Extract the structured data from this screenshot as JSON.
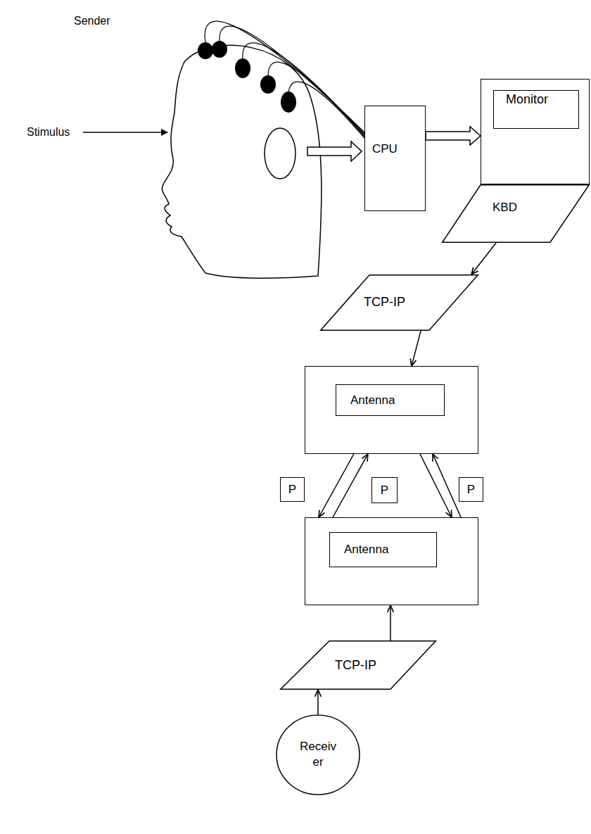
{
  "diagram": {
    "nodes": [
      {
        "text": [
          "CPU"
        ]
      },
      {
        "text": [
          "Monitor"
        ]
      },
      {
        "text": [
          "KBD"
        ]
      },
      {
        "text": [
          "TCP-IP"
        ]
      },
      {
        "text": [
          "Antenna"
        ]
      },
      {
        "text": [
          "P"
        ]
      },
      {
        "text": [
          "P"
        ]
      },
      {
        "text": [
          "P"
        ]
      },
      {
        "text": [
          "Antenna"
        ]
      },
      {
        "text": [
          "TCP-IP"
        ]
      },
      {
        "text": [
          "Receiver"
        ]
      }
    ],
    "edges": [
      {
        "from": 0,
        "to": 1,
        "arrow": "to"
      },
      {
        "from": 2,
        "to": 3,
        "arrow": "to"
      },
      {
        "from": 3,
        "to": 4,
        "arrow": "to"
      },
      {
        "from": 4,
        "to": 8,
        "arrow": "to"
      },
      {
        "from": 8,
        "to": 4,
        "arrow": "to"
      },
      {
        "from": 4,
        "to": 8,
        "arrow": "to"
      },
      {
        "from": 8,
        "to": 4,
        "arrow": "to"
      },
      {
        "from": 9,
        "to": 8,
        "arrow": "to"
      },
      {
        "from": 10,
        "to": 9,
        "arrow": "to"
      }
    ],
    "labels": [
      "Sender",
      "Stimulus"
    ]
  }
}
